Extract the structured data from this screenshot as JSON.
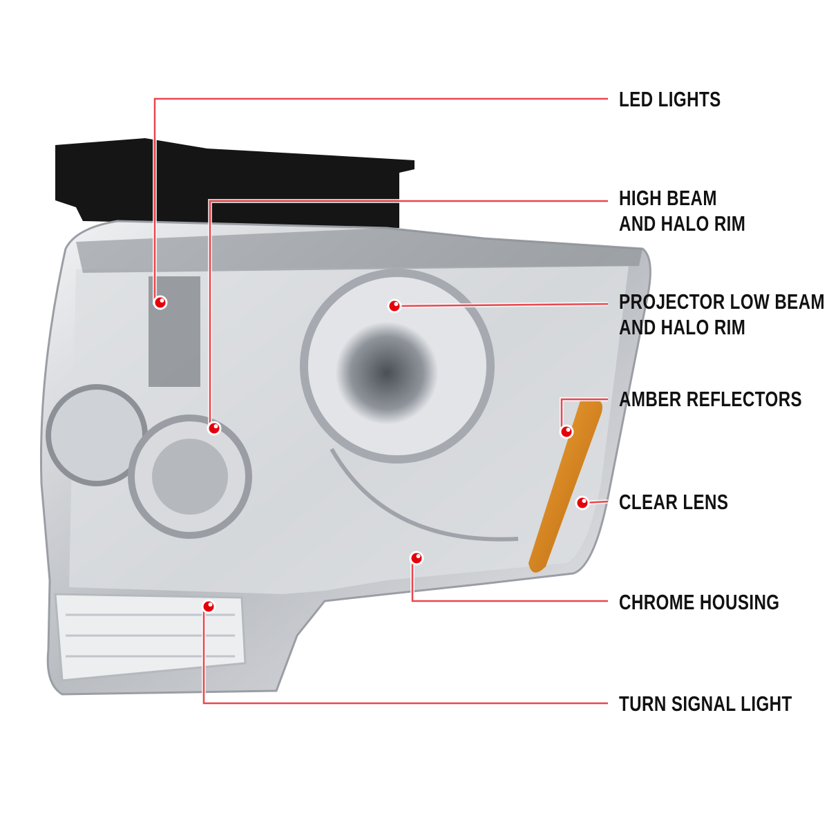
{
  "callouts": [
    {
      "id": "led-lights",
      "lines": [
        "LED LIGHTS"
      ]
    },
    {
      "id": "high-beam",
      "lines": [
        "HIGH BEAM",
        "AND HALO RIM"
      ]
    },
    {
      "id": "projector-low-beam",
      "lines": [
        "PROJECTOR LOW BEAM",
        "AND HALO RIM"
      ]
    },
    {
      "id": "amber-reflectors",
      "lines": [
        "AMBER REFLECTORS"
      ]
    },
    {
      "id": "clear-lens",
      "lines": [
        "CLEAR LENS"
      ]
    },
    {
      "id": "chrome-housing",
      "lines": [
        "CHROME HOUSING"
      ]
    },
    {
      "id": "turn-signal",
      "lines": [
        "TURN SIGNAL LIGHT"
      ]
    }
  ],
  "colors": {
    "leader": "#e8474f",
    "dot": "#e5000b",
    "amber": "#d9820f",
    "chrome": "#c9ccd0",
    "bracket": "#151515"
  }
}
